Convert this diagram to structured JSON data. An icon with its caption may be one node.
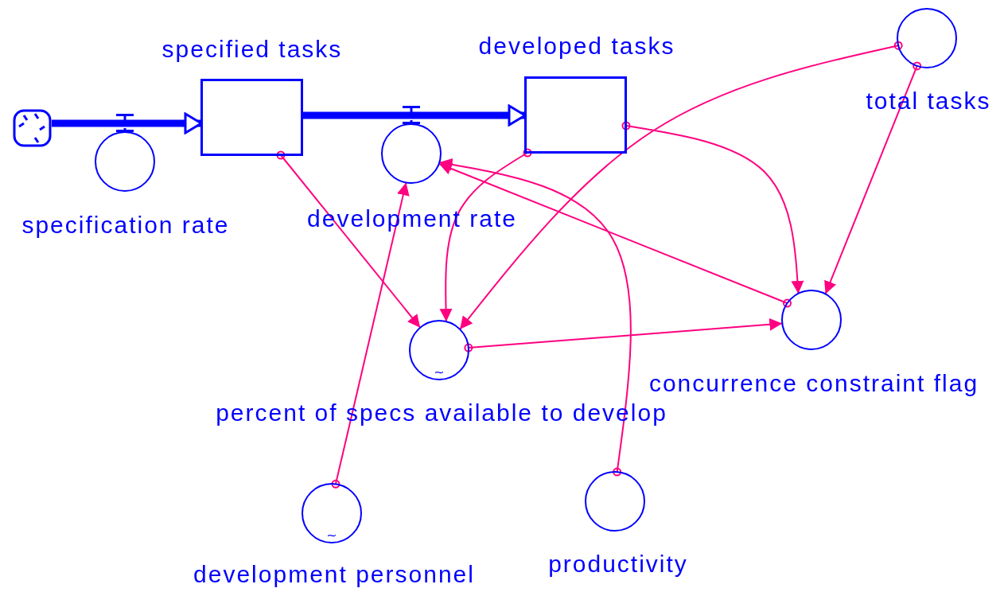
{
  "diagram": {
    "nodes": [
      {
        "text": [],
        "shape": "cloud"
      },
      {
        "text": [
          "specified tasks"
        ]
      },
      {
        "text": [
          "developed tasks"
        ]
      },
      {
        "text": [
          "specification rate"
        ]
      },
      {
        "text": [
          "development rate"
        ]
      },
      {
        "text": [
          "total tasks"
        ]
      },
      {
        "text": [
          "~",
          "percent of specs available to develop"
        ]
      },
      {
        "text": [
          "concurrence constraint flag"
        ]
      },
      {
        "text": [
          "~",
          "development personnel"
        ]
      },
      {
        "text": [
          "productivity"
        ]
      }
    ],
    "edges": [
      {
        "from": 0,
        "to": 1,
        "arrow": "to",
        "style": "thick",
        "color": "#0000ff"
      },
      {
        "from": 1,
        "to": 2,
        "arrow": "to",
        "style": "thick",
        "color": "#0000ff"
      },
      {
        "from": 1,
        "to": 6,
        "arrow": "to"
      },
      {
        "from": 2,
        "to": 6,
        "arrow": "to"
      },
      {
        "from": 5,
        "to": 6,
        "arrow": "to"
      },
      {
        "from": 2,
        "to": 7,
        "arrow": "to"
      },
      {
        "from": 5,
        "to": 7,
        "arrow": "to"
      },
      {
        "from": 6,
        "to": 7,
        "arrow": "to"
      },
      {
        "from": 7,
        "to": 4,
        "arrow": "to"
      },
      {
        "from": 8,
        "to": 4,
        "arrow": "to"
      },
      {
        "from": 9,
        "to": 4,
        "arrow": "to"
      }
    ]
  }
}
